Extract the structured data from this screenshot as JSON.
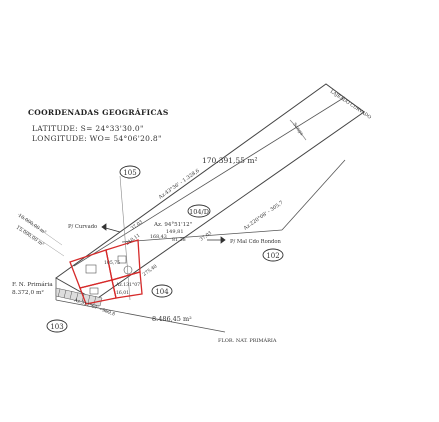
{
  "header": {
    "title": "COORDENADAS GEOGRÁFICAS",
    "latitude": "LATITUDE: S= 24°33'30.0\"",
    "longitude": "LONGITUDE: WO= 54°06'20.8\""
  },
  "parcels": {
    "p103": "103",
    "p104": "104",
    "p104d": "104/D",
    "p102": "102",
    "p105": "105"
  },
  "areas": {
    "main": "170.391,55 m²",
    "lower": "8.486,45 m²",
    "fn_label": "F. N. Primária",
    "fn_area": "8.372,0 m²"
  },
  "roads": {
    "lajeado": "LAJEADO CURVADO",
    "sanga": "Sanga",
    "curvado": "P/ Curvado",
    "rondon": "P/ Mal Cdo Rondon",
    "farm_left_1": "10.000,00 m²",
    "farm_left_2": "15.000,00 m²",
    "bottom_faint": "FLOR. NAT. PRIMÁRIA"
  },
  "measurements": {
    "left_diagonal": "Az.43°36' - 1.328,6",
    "mid_diagonal": "Az.220°08' - 305,7",
    "az_center": "Az. 94°51'12\"",
    "az_center_dist": "149,81",
    "d_1": "168,43",
    "d_2": "81,38",
    "d_3": "37,03",
    "d_4": "37,03",
    "d_5": "210,11",
    "bottom_diag": "Az.311°07' - 569,8",
    "low_1": "275,40",
    "low_2": "Az.131°07'",
    "low_3": "16,01",
    "low_4": "105,75"
  }
}
